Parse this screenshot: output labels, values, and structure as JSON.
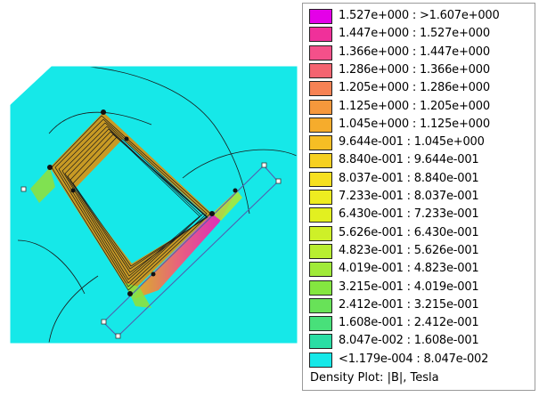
{
  "legend": {
    "caption": "Density Plot: |B|, Tesla",
    "items": [
      {
        "label": "1.527e+000 : >1.607e+000",
        "color": "#e400e8"
      },
      {
        "label": "1.447e+000 : 1.527e+000",
        "color": "#f0309a"
      },
      {
        "label": "1.366e+000 : 1.447e+000",
        "color": "#f4508a"
      },
      {
        "label": "1.286e+000 : 1.366e+000",
        "color": "#f46470"
      },
      {
        "label": "1.205e+000 : 1.286e+000",
        "color": "#f68254"
      },
      {
        "label": "1.125e+000 : 1.205e+000",
        "color": "#f6983c"
      },
      {
        "label": "1.045e+000 : 1.125e+000",
        "color": "#f6ac2c"
      },
      {
        "label": "9.644e-001 : 1.045e+000",
        "color": "#f6be24"
      },
      {
        "label": "8.840e-001 : 9.644e-001",
        "color": "#f6d020"
      },
      {
        "label": "8.037e-001 : 8.840e-001",
        "color": "#f6e020"
      },
      {
        "label": "7.233e-001 : 8.037e-001",
        "color": "#eeec20"
      },
      {
        "label": "6.430e-001 : 7.233e-001",
        "color": "#e2f020"
      },
      {
        "label": "5.626e-001 : 6.430e-001",
        "color": "#cef028"
      },
      {
        "label": "4.823e-001 : 5.626e-001",
        "color": "#b8ee30"
      },
      {
        "label": "4.019e-001 : 4.823e-001",
        "color": "#a0ea38"
      },
      {
        "label": "3.215e-001 : 4.019e-001",
        "color": "#84e640"
      },
      {
        "label": "2.412e-001 : 3.215e-001",
        "color": "#68e258"
      },
      {
        "label": "1.608e-001 : 2.412e-001",
        "color": "#48e07a"
      },
      {
        "label": "8.047e-002 : 1.608e-001",
        "color": "#2adea4"
      },
      {
        "label": "<1.179e-004 : 8.047e-002",
        "color": "#16e8e8"
      }
    ]
  },
  "plot": {
    "background_color": "#16e8e8",
    "core_color": "#c89a24",
    "hot_color": "#d81ad0",
    "contour_color": "#1a1a1a"
  }
}
